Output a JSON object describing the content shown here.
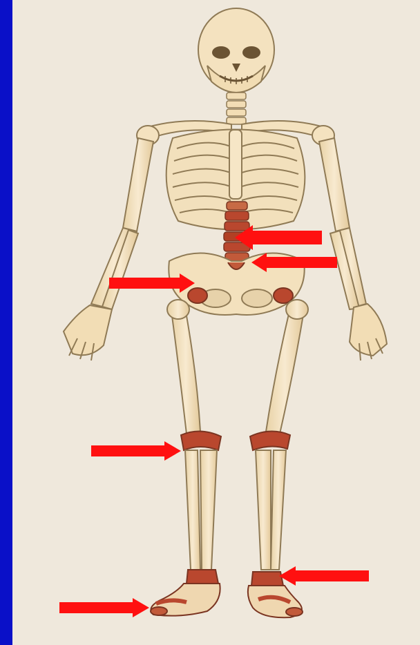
{
  "colors": {
    "background_frame": "#0a10c8",
    "paper": "#efe8dc",
    "bone": "#f4e2bf",
    "bone_outline": "#8f7a55",
    "affected_joint": "#b9472e",
    "arrow": "#ff1010"
  },
  "figure": {
    "subject": "human-skeleton-front-view",
    "highlighted_regions": [
      "lumbar-spine",
      "sacroiliac-joint",
      "left-hip-joint",
      "right-knee",
      "left-knee",
      "right-ankle",
      "left-ankle-foot"
    ],
    "arrows": [
      {
        "id": "arrow-lumbar-spine",
        "direction": "left"
      },
      {
        "id": "arrow-sacroiliac",
        "direction": "left"
      },
      {
        "id": "arrow-hip",
        "direction": "right"
      },
      {
        "id": "arrow-knee",
        "direction": "right"
      },
      {
        "id": "arrow-ankle",
        "direction": "left"
      },
      {
        "id": "arrow-foot",
        "direction": "right"
      }
    ]
  }
}
